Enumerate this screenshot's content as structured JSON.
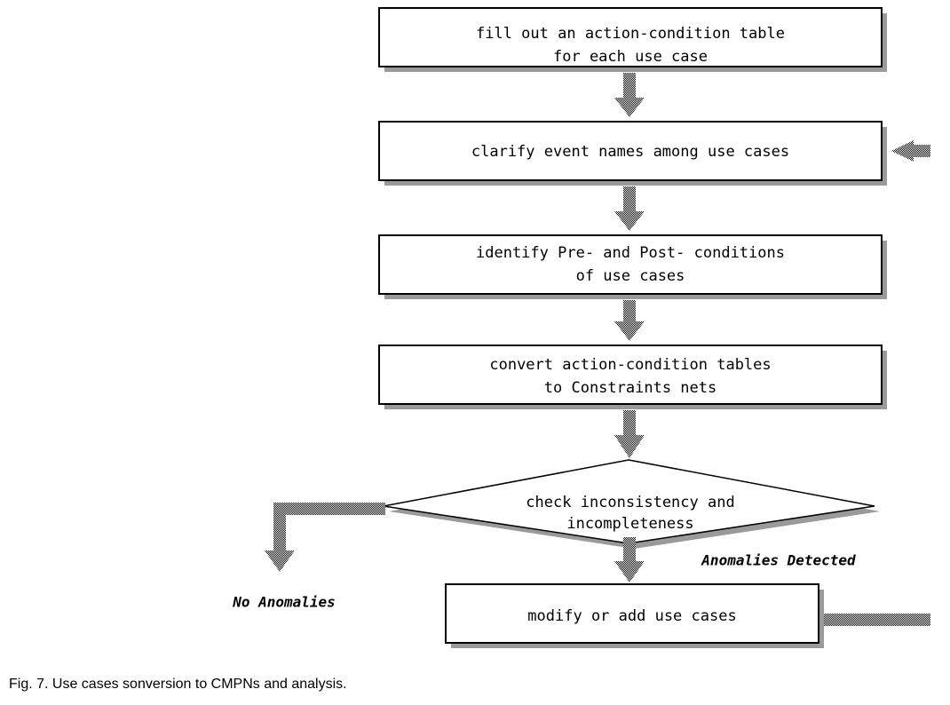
{
  "figure": {
    "caption": "Fig. 7. Use cases sonversion to CMPNs and analysis.",
    "title": "Use cases sonversion to CMPNs and analysis"
  },
  "colors": {
    "background": "#ffffff",
    "node_fill": "#ffffff",
    "node_stroke": "#000000",
    "shadow": "#9a9a9a",
    "connector": "#8c8c8c",
    "text": "#000000"
  },
  "chart_data": {
    "type": "diagram",
    "title": "Fig. 7. Use cases sonversion to CMPNs and analysis.",
    "nodes": [
      {
        "id": "n1",
        "shape": "process",
        "lines": [
          "fill out an action-condition table",
          "for each use case"
        ]
      },
      {
        "id": "n2",
        "shape": "process",
        "lines": [
          "clarify event names among use cases"
        ]
      },
      {
        "id": "n3",
        "shape": "process",
        "lines": [
          "identify Pre- and Post- conditions",
          "of use cases"
        ]
      },
      {
        "id": "n4",
        "shape": "process",
        "lines": [
          "convert action-condition tables",
          "to Constraints nets"
        ]
      },
      {
        "id": "d1",
        "shape": "decision",
        "lines": [
          "check inconsistency and",
          "incompleteness"
        ]
      },
      {
        "id": "n5",
        "shape": "process",
        "lines": [
          "modify or add use cases"
        ]
      }
    ],
    "edges": [
      {
        "from": "n1",
        "to": "n2",
        "label": ""
      },
      {
        "from": "n2",
        "to": "n3",
        "label": ""
      },
      {
        "from": "n3",
        "to": "n4",
        "label": ""
      },
      {
        "from": "n4",
        "to": "d1",
        "label": ""
      },
      {
        "from": "d1",
        "to": "exit",
        "label": "No Anomalies"
      },
      {
        "from": "d1",
        "to": "n5",
        "label": "Anomalies Detected"
      },
      {
        "from": "n5",
        "to": "n2",
        "label": ""
      }
    ]
  },
  "nodes": {
    "step1": {
      "line1": "fill out an action-condition table",
      "line2": "for each use case"
    },
    "step2": {
      "line1": "clarify event names among use cases",
      "line2": ""
    },
    "step3": {
      "line1": "identify Pre- and Post- conditions",
      "line2": "of use cases"
    },
    "step4": {
      "line1": "convert action-condition tables",
      "line2": "to Constraints nets"
    },
    "decision": {
      "line1": "check inconsistency and",
      "line2": "incompleteness"
    },
    "step5": {
      "line1": "modify or add use cases",
      "line2": ""
    }
  },
  "labels": {
    "no_anomalies": "No Anomalies",
    "anomalies_detected": "Anomalies Detected"
  }
}
